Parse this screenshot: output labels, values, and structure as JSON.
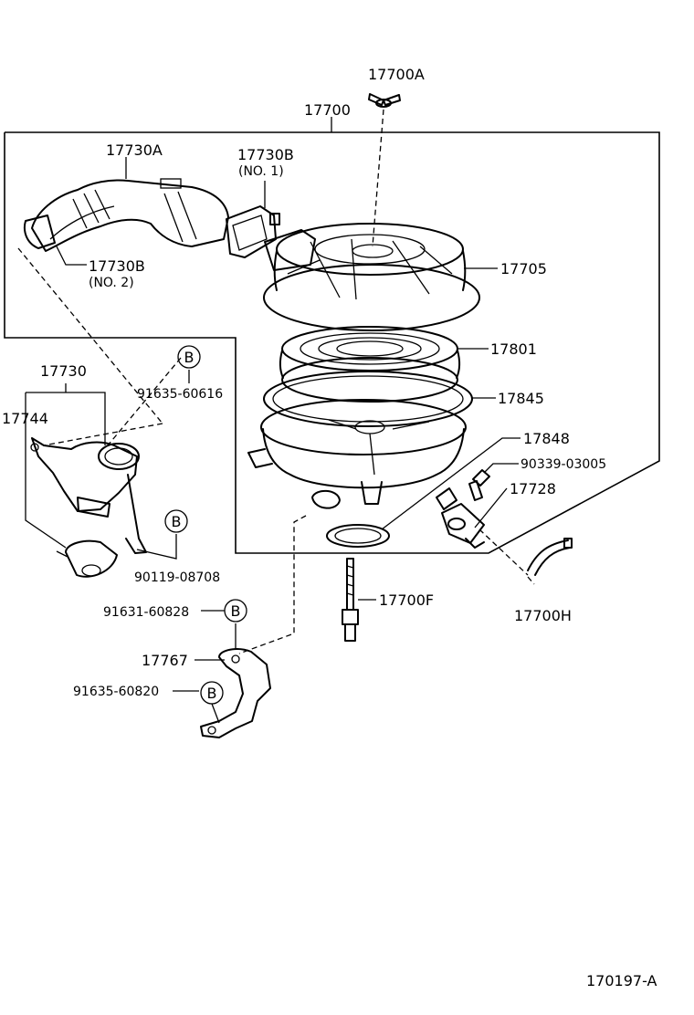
{
  "parts": {
    "p17700A": "17700A",
    "p17700": "17700",
    "p17730A": "17730A",
    "p17730B": "17730B",
    "p17730B_sub": "(NO. 1)",
    "p17730B2": "17730B",
    "p17730B2_sub": "(NO. 2)",
    "p17705": "17705",
    "p17801": "17801",
    "p17845": "17845",
    "p17848": "17848",
    "p90339": "90339-03005",
    "p17728": "17728",
    "p17730": "17730",
    "p17744": "17744",
    "p91635a": "91635-60616",
    "p90119": "90119-08708",
    "p91631": "91631-60828",
    "p17700F": "17700F",
    "p17700H": "17700H",
    "p17767": "17767",
    "p91635b": "91635-60820"
  },
  "markers": {
    "b1": "B",
    "b2": "B",
    "b3": "B",
    "b4": "B"
  },
  "figure_id": "170197-A"
}
